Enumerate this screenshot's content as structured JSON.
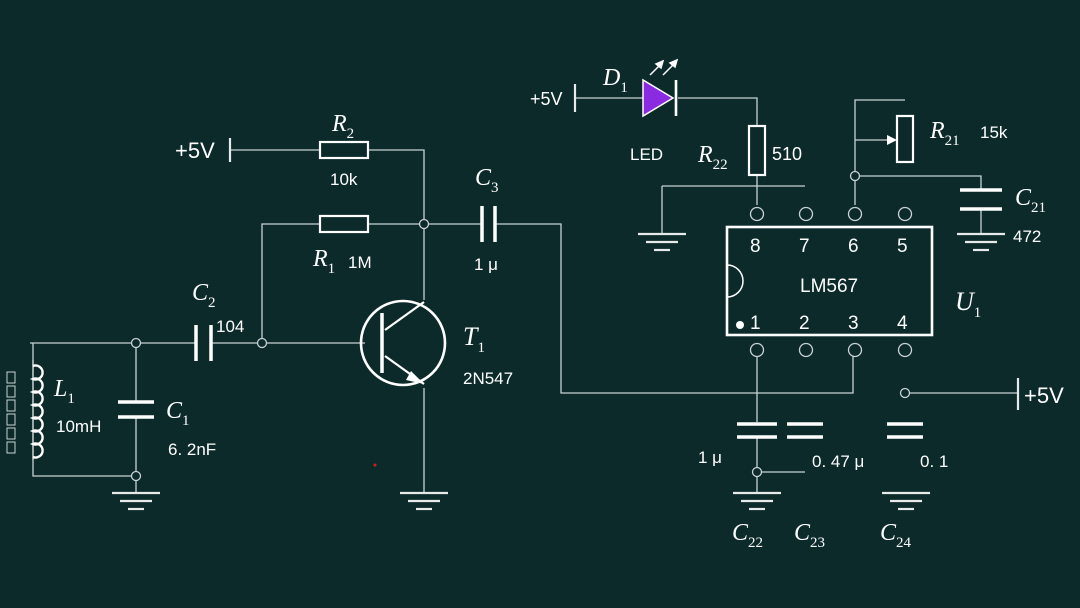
{
  "supplies": {
    "left_top": "+5V",
    "left_mid": "+5V",
    "right": "+5V"
  },
  "components": {
    "R2": {
      "letter": "R",
      "sub": "2",
      "value": "10k"
    },
    "R1": {
      "letter": "R",
      "sub": "1",
      "value": "1M"
    },
    "C2": {
      "letter": "C",
      "sub": "2",
      "value": "104"
    },
    "C3": {
      "letter": "C",
      "sub": "3",
      "value": "1 μ"
    },
    "L1": {
      "letter": "L",
      "sub": "1",
      "value": "10mH"
    },
    "C1": {
      "letter": "C",
      "sub": "1",
      "value": "6. 2nF"
    },
    "T1": {
      "letter": "T",
      "sub": "1",
      "value": "2N547"
    },
    "D1": {
      "letter": "D",
      "sub": "1",
      "value": "LED"
    },
    "R22": {
      "letter": "R",
      "sub": "22",
      "value": "510"
    },
    "R21": {
      "letter": "R",
      "sub": "21",
      "value": "15k"
    },
    "C21": {
      "letter": "C",
      "sub": "21",
      "value": "472"
    },
    "U1": {
      "letter": "U",
      "sub": "1",
      "value": "LM567"
    },
    "C22": {
      "letter": "C",
      "sub": "22",
      "value": "1 μ"
    },
    "C23": {
      "letter": "C",
      "sub": "23",
      "value": "0. 47 μ"
    },
    "C24": {
      "letter": "C",
      "sub": "24",
      "value": "0. 1"
    }
  },
  "ic_pins": {
    "top": [
      "8",
      "7",
      "6",
      "5"
    ],
    "bottom": [
      "1",
      "2",
      "3",
      "4"
    ]
  },
  "colors": {
    "background": "#0c2a2a",
    "wire": "#c9d2d2",
    "led": "#8a2be2"
  }
}
